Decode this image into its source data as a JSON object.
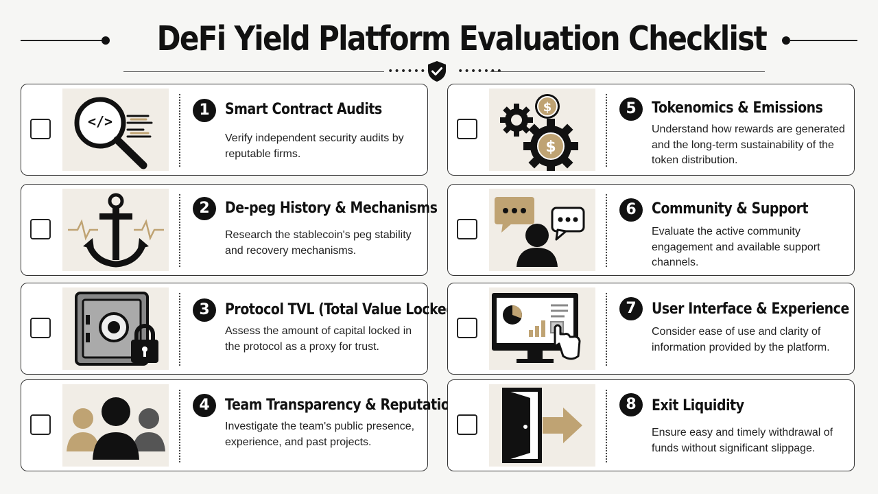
{
  "title": "DeFi Yield Platform Evaluation Checklist",
  "colors": {
    "accent": "#bfa373",
    "ink": "#111111",
    "card_bg": "#ffffff",
    "illus_bg": "#f1ede6"
  },
  "items": [
    {
      "number": "1",
      "title": "Smart Contract Audits",
      "description": "Verify independent security audits by reputable firms.",
      "icon": "magnifier-code-icon"
    },
    {
      "number": "2",
      "title": "De-peg History & Mechanisms",
      "description": "Research the stablecoin's peg stability and recovery mechanisms.",
      "icon": "anchor-icon"
    },
    {
      "number": "3",
      "title": "Protocol TVL (Total Value Locked)",
      "description": "Assess the amount of capital locked in the protocol as a proxy for trust.",
      "icon": "vault-lock-icon"
    },
    {
      "number": "4",
      "title": "Team Transparency & Reputation",
      "description": "Investigate the team's public presence, experience, and past projects.",
      "icon": "team-icon"
    },
    {
      "number": "5",
      "title": "Tokenomics & Emissions",
      "description": "Understand how rewards are generated and the long-term sustainability of the token distribution.",
      "icon": "gears-coins-icon"
    },
    {
      "number": "6",
      "title": "Community & Support",
      "description": "Evaluate the active community engagement and available support channels.",
      "icon": "community-chat-icon"
    },
    {
      "number": "7",
      "title": "User Interface & Experience",
      "description": "Consider ease of use and clarity of information provided by the platform.",
      "icon": "monitor-dashboard-icon"
    },
    {
      "number": "8",
      "title": "Exit Liquidity",
      "description": "Ensure easy and timely withdrawal of funds without significant slippage.",
      "icon": "exit-door-icon"
    }
  ]
}
